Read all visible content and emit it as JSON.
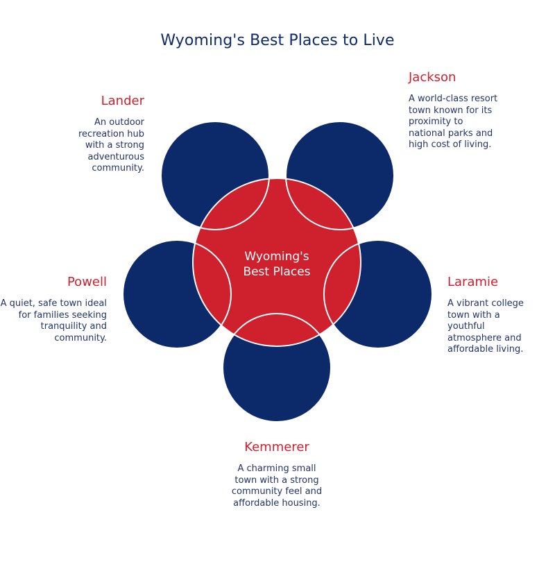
{
  "title": "Wyoming's Best Places to Live",
  "center": {
    "line1": "Wyoming's",
    "line2": "Best Places"
  },
  "places": {
    "lander": {
      "name": "Lander",
      "description": "An outdoor recreation hub with a strong adventurous community."
    },
    "jackson": {
      "name": "Jackson",
      "description": "A world-class resort town known for its proximity to national parks and high cost of living."
    },
    "powell": {
      "name": "Powell",
      "description": "A quiet, safe town ideal for families seeking tranquility and community."
    },
    "laramie": {
      "name": "Laramie",
      "description": "A vibrant college town with a youthful atmosphere and affordable living."
    },
    "kemmerer": {
      "name": "Kemmerer",
      "description": "A charming small town with a strong community feel and affordable housing."
    }
  },
  "colors": {
    "petal": "#0c2a6a",
    "center": "#cf202e",
    "title": "#0d2a6b",
    "place_name": "#d0202e",
    "description": "#22336b",
    "outline": "#ffffff"
  }
}
